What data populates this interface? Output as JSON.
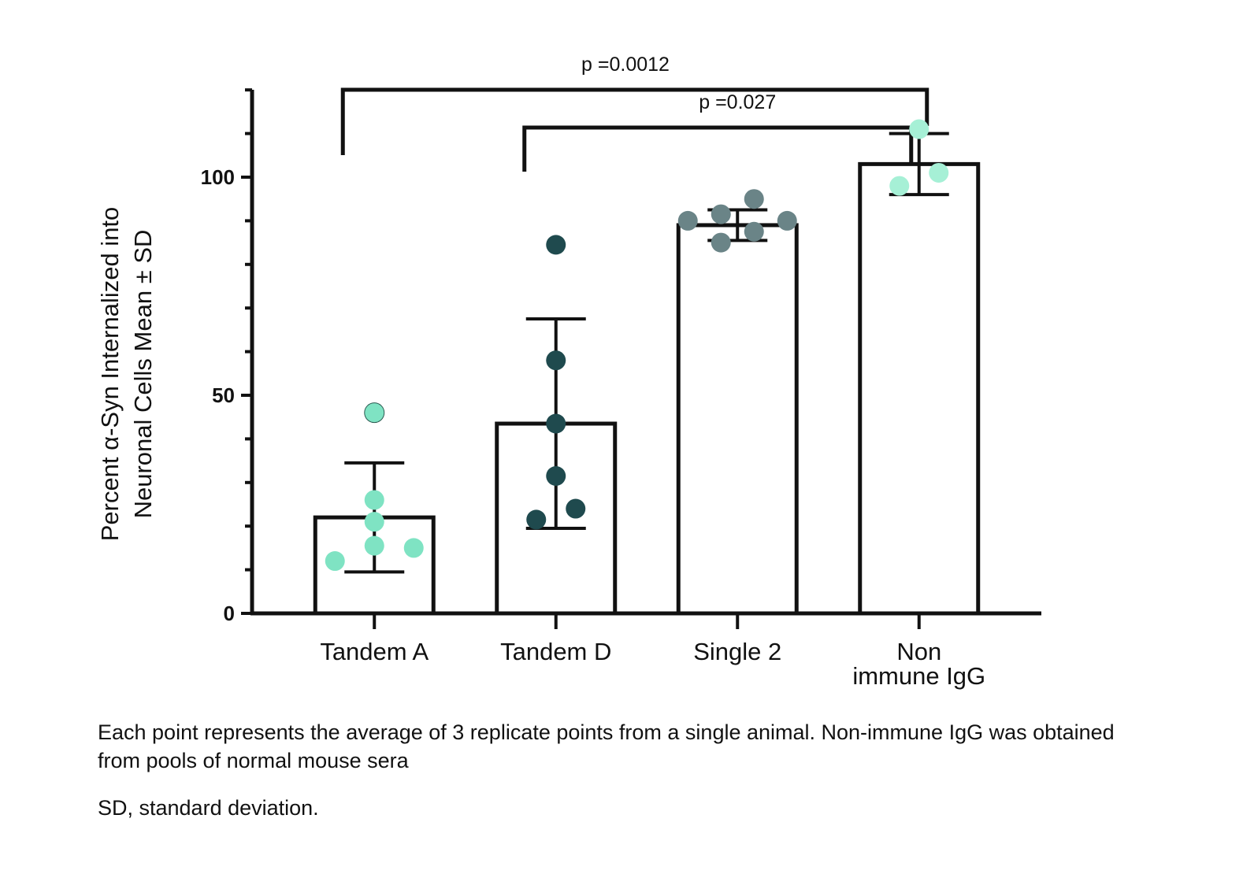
{
  "chart_data": {
    "type": "bar",
    "categories": [
      "Tandem A",
      "Tandem D",
      "Single 2",
      "Non\nimmune IgG"
    ],
    "ylabel": "Percent α-Syn Internalized into Neuronal Cells Mean ± SD",
    "ylabel_lines": [
      "Percent α-Syn Internalized into",
      "Neuronal Cells Mean ± SD"
    ],
    "ylim": [
      0,
      120
    ],
    "yticks": [
      0,
      50,
      100
    ],
    "minor_tick_step": 10,
    "grid": false,
    "series": [
      {
        "values": [
          22,
          43.5,
          89,
          103
        ],
        "sd": [
          12.5,
          24,
          3.5,
          7
        ],
        "points": [
          [
            46,
            26,
            21,
            15.5,
            15,
            12
          ],
          [
            84.5,
            58,
            43.5,
            31.5,
            24,
            21.5
          ],
          [
            95,
            91.5,
            90,
            90,
            87.5,
            85
          ],
          [
            111,
            101,
            98
          ]
        ],
        "colors": [
          "#7FE3C3",
          "#1F4A4E",
          "#6A8487",
          "#A6F0D6"
        ]
      }
    ],
    "annotations": [
      {
        "from": "Tandem A",
        "to": "Non\nimmune IgG",
        "label": "p =0.0012"
      },
      {
        "from": "Tandem D",
        "to": "Non\nimmune IgG",
        "label": "p =0.027"
      }
    ]
  },
  "caption": {
    "main": "Each point represents the average of 3 replicate points from a single animal. Non-immune IgG was obtained from pools of normal mouse sera",
    "note": "SD, standard deviation."
  }
}
